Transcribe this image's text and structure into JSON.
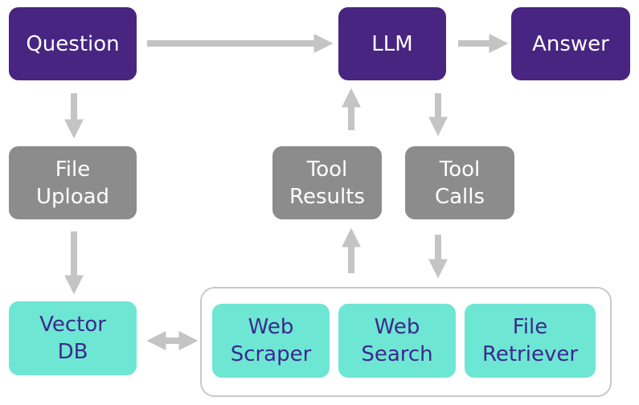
{
  "nodes": {
    "question": "Question",
    "llm": "LLM",
    "answer": "Answer",
    "file_upload": "File\nUpload",
    "tool_results": "Tool\nResults",
    "tool_calls": "Tool\nCalls",
    "vector_db": "Vector\nDB",
    "web_scraper": "Web\nScraper",
    "web_search": "Web\nSearch",
    "file_retriever": "File\nRetriever"
  },
  "colors": {
    "primary": "#472581",
    "intermediate": "#8c8c8c",
    "tool": "#6ee6d4",
    "tool_text": "#3b2a8a",
    "arrow": "#c4c4c4",
    "group_border": "#c8c8c8"
  }
}
